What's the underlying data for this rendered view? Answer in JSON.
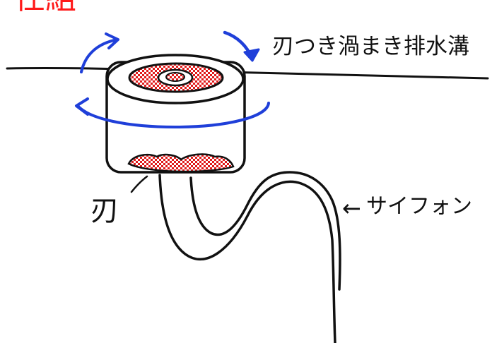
{
  "labels": {
    "title_fragment": "仕組",
    "drain_name": "刃つき渦まき排水溝",
    "blade": "刃",
    "siphon_arrow": "←",
    "siphon": "サイフォン"
  },
  "colors": {
    "ink": "#111111",
    "rotation_arrows": "#1f3fd9",
    "blades_red": "#e01a1a",
    "title_red": "#ff1a1a",
    "background": "#ffffff"
  },
  "icons": {
    "rotation_arrows": "curved-arrow-icon",
    "siphon_pointer": "left-arrow-icon"
  }
}
